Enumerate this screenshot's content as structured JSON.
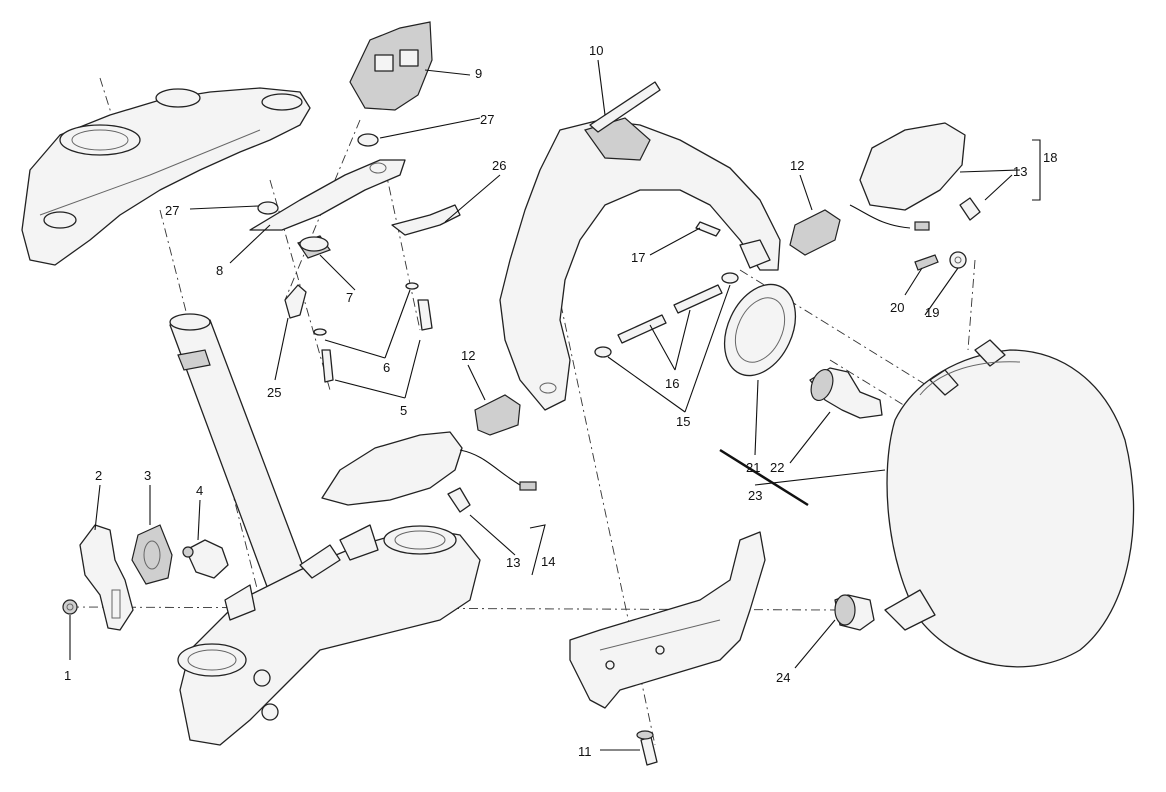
{
  "callouts": [
    {
      "id": "c1",
      "text": "1"
    },
    {
      "id": "c2",
      "text": "2"
    },
    {
      "id": "c3",
      "text": "3"
    },
    {
      "id": "c4",
      "text": "4"
    },
    {
      "id": "c5",
      "text": "5"
    },
    {
      "id": "c6",
      "text": "6"
    },
    {
      "id": "c7",
      "text": "7"
    },
    {
      "id": "c8",
      "text": "8"
    },
    {
      "id": "c9",
      "text": "9"
    },
    {
      "id": "c10",
      "text": "10"
    },
    {
      "id": "c11",
      "text": "11"
    },
    {
      "id": "c12a",
      "text": "12"
    },
    {
      "id": "c12b",
      "text": "12"
    },
    {
      "id": "c13a",
      "text": "13"
    },
    {
      "id": "c13b",
      "text": "13"
    },
    {
      "id": "c14",
      "text": "14"
    },
    {
      "id": "c15",
      "text": "15"
    },
    {
      "id": "c16",
      "text": "16"
    },
    {
      "id": "c17",
      "text": "17"
    },
    {
      "id": "c18",
      "text": "18"
    },
    {
      "id": "c19",
      "text": "19"
    },
    {
      "id": "c20",
      "text": "20"
    },
    {
      "id": "c21",
      "text": "21"
    },
    {
      "id": "c22",
      "text": "22"
    },
    {
      "id": "c23",
      "text": "23"
    },
    {
      "id": "c24",
      "text": "24"
    },
    {
      "id": "c25",
      "text": "25"
    },
    {
      "id": "c26",
      "text": "26"
    },
    {
      "id": "c27a",
      "text": "27"
    },
    {
      "id": "c27b",
      "text": "27"
    }
  ],
  "colors": {
    "line": "#222222",
    "fill": "#f4f4f4",
    "shade": "#cfcfcf",
    "background": "#ffffff"
  }
}
